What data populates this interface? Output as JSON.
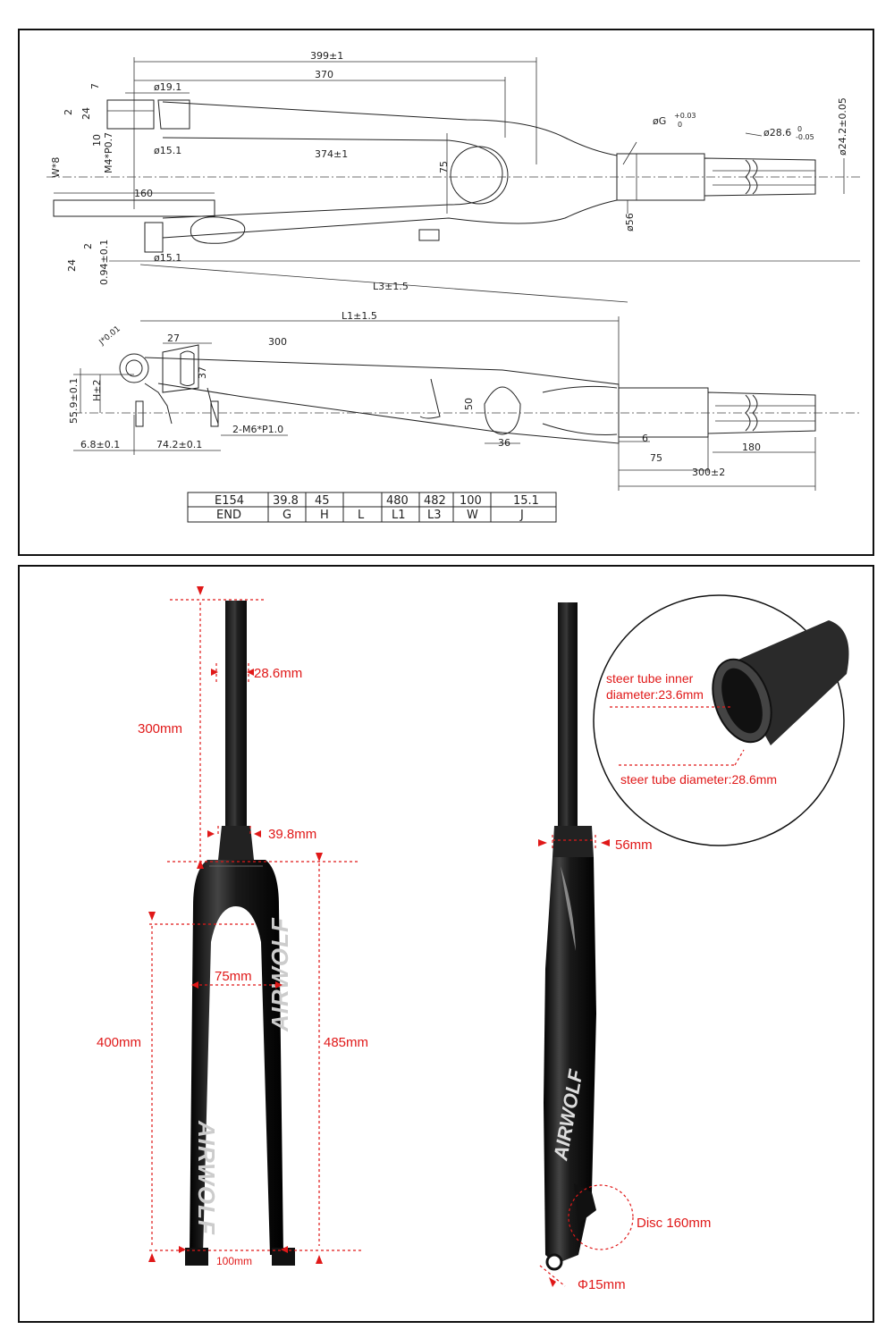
{
  "drawing": {
    "dims": {
      "d399": "399±1",
      "d370": "370",
      "d19": "ø19.1",
      "d7": "7",
      "d2a": "2",
      "d24a": "24",
      "d10": "10",
      "m4": "M4*P0.7",
      "d151a": "ø15.1",
      "d374": "374±1",
      "d75v": "75",
      "w8": "W*8",
      "dG": "øG",
      "dGtol": "+0.03",
      "dGtol2": "0",
      "d286": "ø28.6",
      "d286tol": "0",
      "d286tol2": "-0.05",
      "d242": "ø24.2±0.05",
      "d160": "160",
      "d56": "ø56",
      "d2b": "2",
      "d24b": "24",
      "d094": "0.94±0.1",
      "d151b": "ø15.1",
      "l3": "L3±1.5",
      "l1": "L1±1.5",
      "jdim": "J*0.01",
      "d27": "27",
      "d300": "300",
      "d37": "37",
      "h2": "H±2",
      "d559": "55.9±0.1",
      "d50": "50",
      "m6": "2-M6*P1.0",
      "d68": "6.8±0.1",
      "d742": "74.2±0.1",
      "d36": "36",
      "d6": "6",
      "d75h": "75",
      "d180": "180",
      "d3002": "300±2"
    },
    "table": {
      "row1": [
        "E154",
        "39.8",
        "45",
        "",
        "480",
        "482",
        "100",
        "15.1"
      ],
      "row2": [
        "END",
        "G",
        "H",
        "L",
        "L1",
        "L3",
        "W",
        "J"
      ]
    }
  },
  "photo": {
    "front": {
      "steerer_diameter": "28.6mm",
      "steerer_length": "300mm",
      "taper_diameter": "39.8mm",
      "leg_spacing": "75mm",
      "leg_length": "400mm",
      "axle_to_crown": "485mm",
      "hub_spacing": "100mm",
      "brand": "AIRWOLF"
    },
    "side": {
      "crown_width": "56mm",
      "disc": "Disc 160mm",
      "axle": "Φ15mm",
      "brand": "AIRWOLF"
    },
    "inset": {
      "inner_label_1": "steer tube inner",
      "inner_label_2": "diameter:23.6mm",
      "outer_label": "steer tube  diameter:28.6mm"
    }
  }
}
